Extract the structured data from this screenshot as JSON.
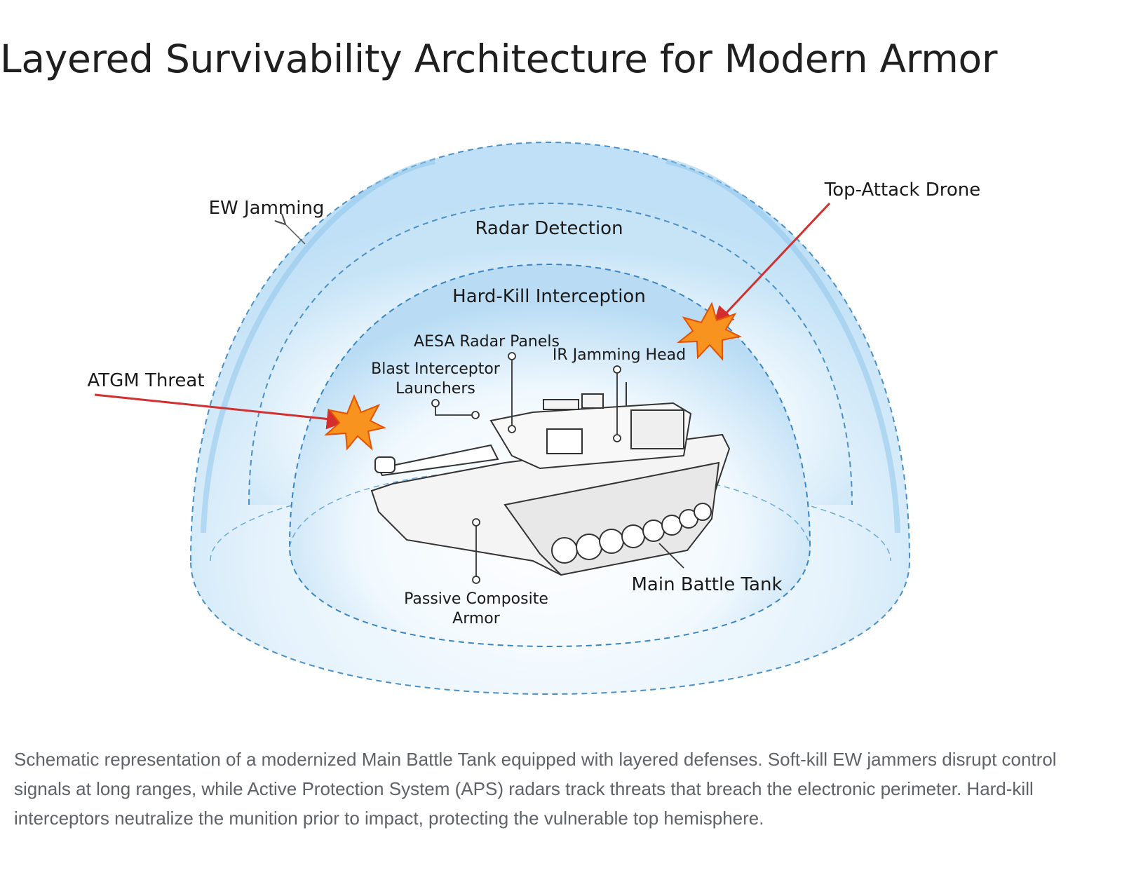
{
  "title": "Layered Survivability Architecture for Modern Armor",
  "diagram": {
    "layers": {
      "outer": "EW Jamming",
      "middle": "Radar Detection",
      "inner": "Hard-Kill Interception"
    },
    "threats": {
      "left": "ATGM Threat",
      "top_right": "Top-Attack Drone"
    },
    "components": {
      "aesa": "AESA Radar Panels",
      "ir": "IR Jamming Head",
      "blast_line1": "Blast Interceptor",
      "blast_line2": "Launchers",
      "armor_line1": "Passive Composite",
      "armor_line2": "Armor",
      "tank": "Main Battle Tank"
    },
    "colors": {
      "dome": "#4a90c8",
      "threat_arrow": "#d32f2f",
      "explosion": "#f7931e"
    }
  },
  "caption": "Schematic representation of a modernized Main Battle Tank equipped with layered defenses. Soft-kill EW jammers disrupt control signals at long ranges, while Active Protection System (APS) radars track threats that breach the electronic perimeter. Hard-kill interceptors neutralize the munition prior to impact, protecting the vulnerable top hemisphere."
}
